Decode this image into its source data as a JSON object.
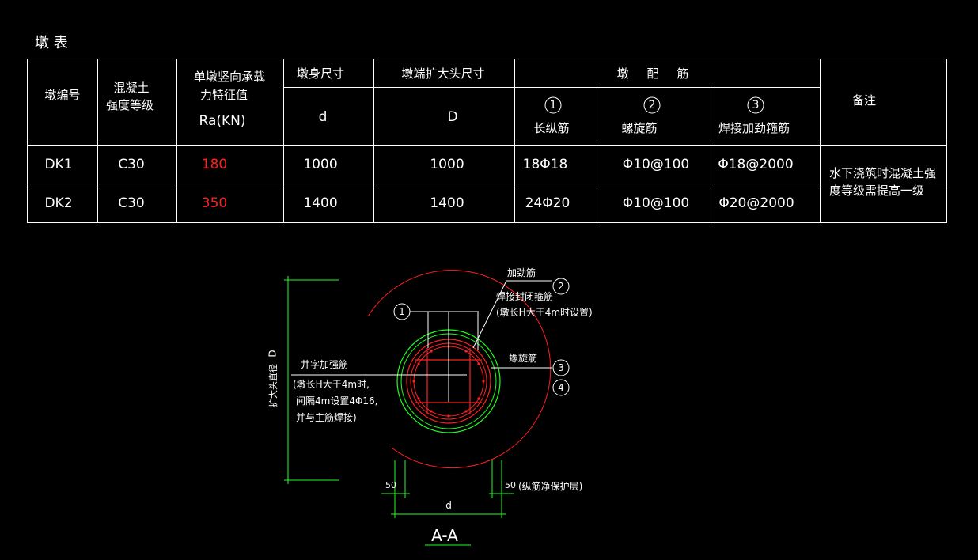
{
  "table_title": "墩 表",
  "headers": {
    "pier_no": "墩编号",
    "concrete_l1": "混凝土",
    "concrete_l2": "强度等级",
    "capacity_l1": "单墩竖向承载",
    "capacity_l2": "力特征值",
    "capacity_l3": "Ra(KN)",
    "body_size": "墩身尺寸",
    "body_symbol": "d",
    "end_size": "墩端扩大头尺寸",
    "end_symbol": "D",
    "rebar_group": "墩 配 筋",
    "rebar1_no": "1",
    "rebar1_name": "长纵筋",
    "rebar2_no": "2",
    "rebar2_name": "螺旋筋",
    "rebar3_no": "3",
    "rebar3_name": "焊接加劲箍筋",
    "remarks": "备注"
  },
  "rows": [
    {
      "id": "DK1",
      "grade": "C30",
      "ra": "180",
      "d": "1000",
      "D": "1000",
      "long": "18Φ18",
      "spiral": "Φ10@100",
      "hoop": "Φ18@2000"
    },
    {
      "id": "DK2",
      "grade": "C30",
      "ra": "350",
      "d": "1400",
      "D": "1400",
      "long": "24Φ20",
      "spiral": "Φ10@100",
      "hoop": "Φ20@2000"
    }
  ],
  "remark_l1": "水下浇筑时混凝土强",
  "remark_l2": "度等级需提高一级",
  "diagram": {
    "label_jiajinjin": "加劲筋",
    "label_hanjie": "焊接封闭箍筋",
    "label_hanjie_note": "(墩长H大于4m时设置)",
    "label_luoxuan": "螺旋筋",
    "label_jingzi": "井字加强筋",
    "label_jingzi_n1": "(墩长H大于4m时,",
    "label_jingzi_n2": "间隔4m设置4Φ16,",
    "label_jingzi_n3": "并与主筋焊接)",
    "callout_1": "1",
    "callout_2": "2",
    "callout_3": "3",
    "callout_4": "4",
    "dim_left_label": "扩大头直径",
    "dim_left_symbol": "D",
    "dim_50_left": "50",
    "dim_50_right": "50",
    "dim_50_note": "(纵筋净保护层)",
    "dim_d": "d",
    "section": "A-A"
  },
  "colors": {
    "line": "#ffffff",
    "red": "#ff2020",
    "green": "#20ff20"
  }
}
